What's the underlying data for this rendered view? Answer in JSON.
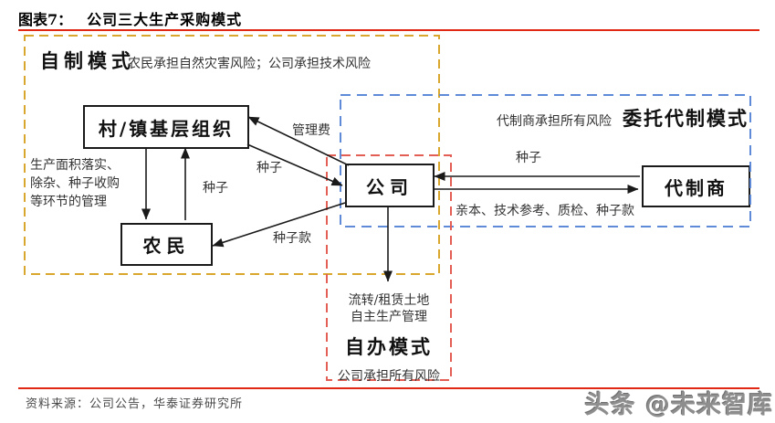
{
  "header": {
    "figure_label": "图表7：",
    "figure_title": "公司三大生产采购模式"
  },
  "modes": {
    "self_made": {
      "title": "自制模式",
      "risk_note": "农民承担自然灾害风险；公司承担技术风险"
    },
    "entrusted": {
      "title": "委托代制模式",
      "risk_note": "代制商承担所有风险"
    },
    "self_run": {
      "title": "自办模式",
      "risk_note": "公司承担所有风险",
      "notes": [
        "流转/租赁土地",
        "自主生产管理"
      ]
    }
  },
  "nodes": {
    "village_org": "村/镇基层组织",
    "farmer": "农民",
    "company": "公司",
    "agent": "代制商"
  },
  "side_note_lines": [
    "生产面积落实、",
    "除杂、种子收购",
    "等环节的管理"
  ],
  "edge_labels": {
    "management_fee": "管理费",
    "seeds_org_to_company": "种子",
    "seeds_farmer_to_org": "种子",
    "seed_payment": "种子款",
    "seeds_agent_to_company": "种子",
    "company_to_agent": "亲本、技术参考、质检、种子款"
  },
  "footer": {
    "source": "资料来源：公司公告，华泰证券研究所",
    "watermark": "头条 @未来智库"
  },
  "colors": {
    "self_made_border": "#D9A62E",
    "entrusted_border": "#5E8AD8",
    "self_run_border": "#E35F55",
    "header_rule": "#E02815",
    "arrow": "#1a1a1a"
  }
}
